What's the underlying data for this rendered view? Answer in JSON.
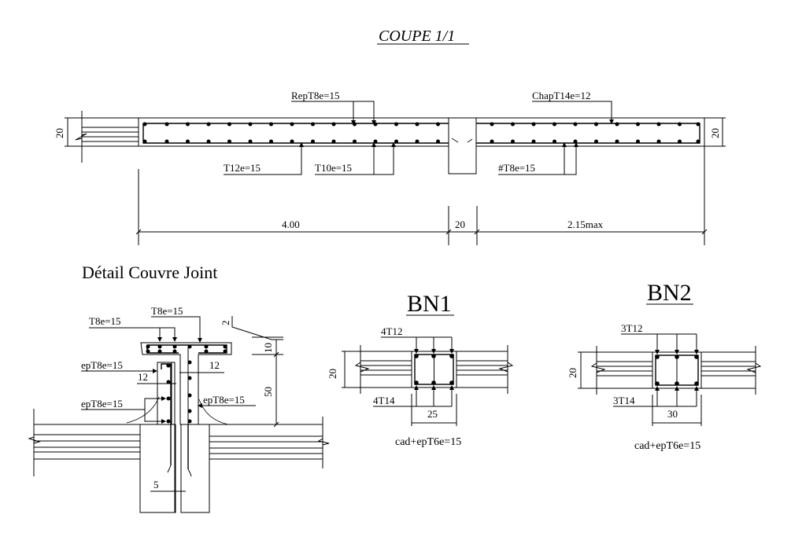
{
  "coupe": {
    "title": "COUPE 1/1",
    "labels": {
      "rep": "RepT8e=15",
      "chap": "ChapT14e=12",
      "t12": "T12e=15",
      "t10": "T10e=15",
      "t8": "#T8e=15",
      "thick_left": "20",
      "thick_right": "20"
    },
    "dimensions": {
      "span_left": "4.00",
      "joint": "20",
      "span_right": "2.15max"
    }
  },
  "detail": {
    "title": "Détail Couvre Joint",
    "labels": {
      "t8_left": "T8e=15",
      "t8_top": "T8e=15",
      "ep_upper": "epT8e=15",
      "ep_lower": "epT8e=15",
      "ep_right": "epT8e=15",
      "dim_12_left": "12",
      "dim_12_right": "12",
      "dim_2": "2",
      "dim_10": "10",
      "dim_50": "50",
      "dim_5": "5"
    }
  },
  "bn1": {
    "title": "BN1",
    "top_bars": "4T12",
    "bottom_bars": "4T14",
    "height": "20",
    "width": "25",
    "stirrups": "cad+epT6e=15"
  },
  "bn2": {
    "title": "BN2",
    "top_bars": "3T12",
    "bottom_bars": "3T14",
    "height": "20",
    "width": "30",
    "stirrups": "cad+epT6e=15"
  }
}
